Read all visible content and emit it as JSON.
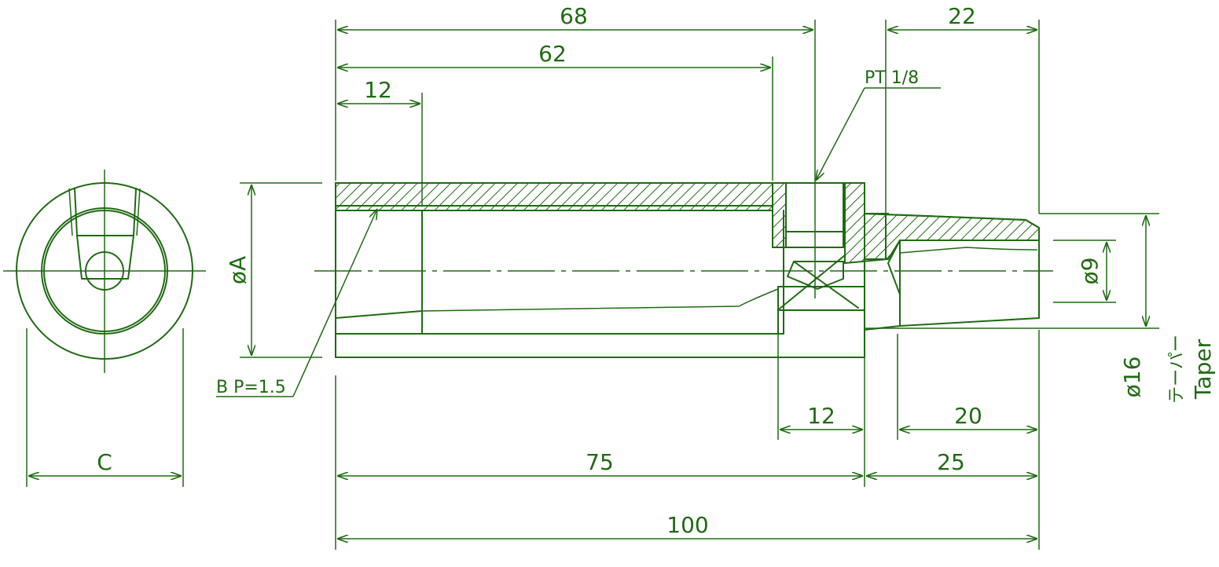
{
  "dimensions": {
    "d68": "68",
    "d62": "62",
    "d12_top": "12",
    "d22": "22",
    "d12_bottom": "12",
    "d20": "20",
    "d75": "75",
    "d25": "25",
    "d100": "100",
    "dia_a": "øA",
    "dia_9": "ø9",
    "dia_16": "ø16",
    "c": "C"
  },
  "labels": {
    "pt": "PT 1/8",
    "thread": "B P=1.5",
    "taper_jp": "テーパー",
    "taper_en": "Taper"
  },
  "colors": {
    "line": "#1f6b12",
    "background": "#ffffff"
  }
}
